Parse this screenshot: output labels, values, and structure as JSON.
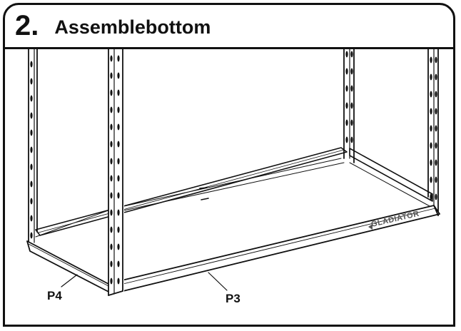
{
  "step": {
    "number": "2.",
    "title": "Assemblebottom"
  },
  "parts": {
    "p4": "P4",
    "p3": "P3"
  },
  "brand": "GLADIATOR",
  "colors": {
    "line": "#111111",
    "background": "#ffffff"
  }
}
